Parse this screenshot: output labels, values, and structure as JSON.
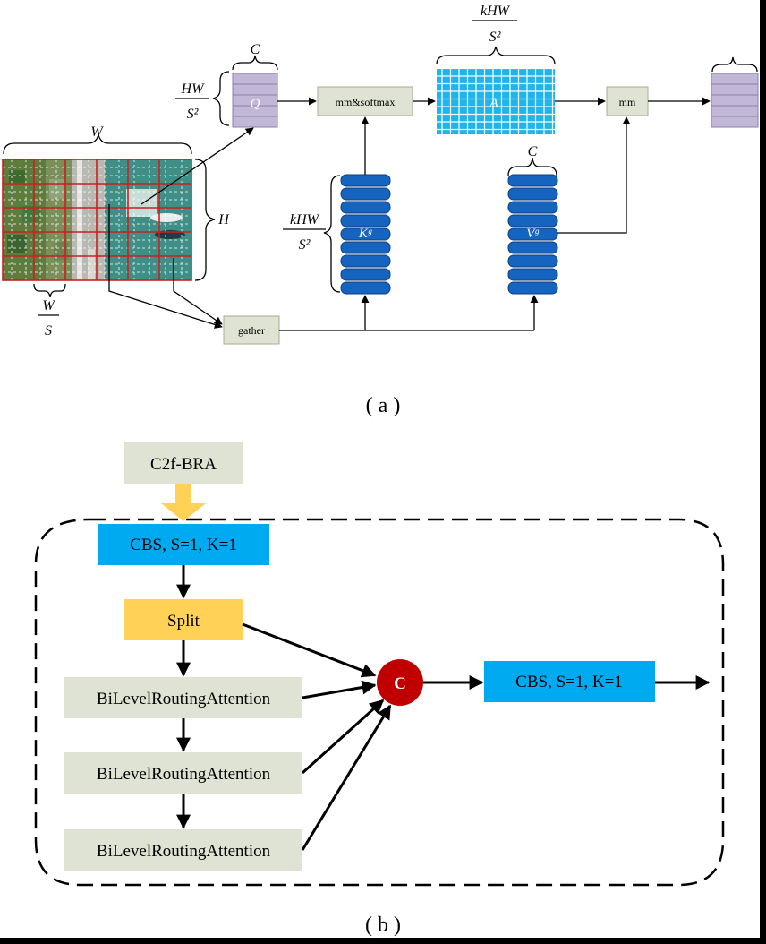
{
  "part_a": {
    "caption": "( a )",
    "labels": {
      "w_top": "W",
      "h_right": "H",
      "w_over_s_num": "W",
      "w_over_s_den": "S",
      "q_frac_num": "HW",
      "q_frac_den": "S²",
      "c_q": "C",
      "q": "Q",
      "a_frac_num": "kHW",
      "a_frac_den": "S²",
      "a": "A",
      "k_frac_num": "kHW",
      "k_frac_den": "S²",
      "kg": "Kᵍ",
      "c_v": "C",
      "vg": "Vᵍ"
    },
    "ops": {
      "mm_softmax": "mm&softmax",
      "mm": "mm",
      "gather": "gather"
    }
  },
  "part_b": {
    "caption": "( b )",
    "blocks": {
      "c2f_bra": "C2f-BRA",
      "cbs_top": "CBS, S=1, K=1",
      "split": "Split",
      "bra_1": "BiLevelRoutingAttention",
      "bra_2": "BiLevelRoutingAttention",
      "bra_3": "BiLevelRoutingAttention",
      "concat": "C",
      "cbs_out": "CBS, S=1, K=1"
    }
  },
  "colors": {
    "sage": "#dfe3d3",
    "sky_blue": "#00aaf0",
    "dark_blue": "#1565c0",
    "yellow": "#ffd257",
    "lavender": "#c2b7d6",
    "concat_red": "#c00000"
  }
}
